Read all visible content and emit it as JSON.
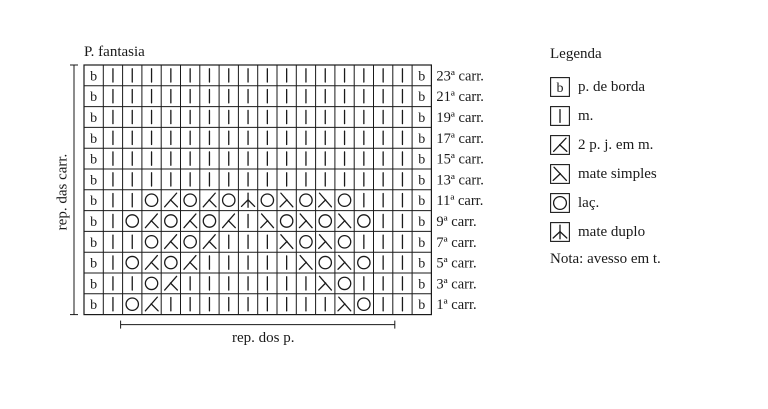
{
  "chart_data": {
    "type": "knitting-chart",
    "title": "P. fantasia",
    "y_label": "rep. das carr.",
    "x_label": "rep. dos p.",
    "rows": [
      {
        "label": "23ª carr.",
        "stitches": [
          "b",
          "m",
          "m",
          "m",
          "m",
          "m",
          "m",
          "m",
          "m",
          "m",
          "m",
          "m",
          "m",
          "m",
          "m",
          "m",
          "m",
          "b"
        ]
      },
      {
        "label": "21ª carr.",
        "stitches": [
          "b",
          "m",
          "m",
          "m",
          "m",
          "m",
          "m",
          "m",
          "m",
          "m",
          "m",
          "m",
          "m",
          "m",
          "m",
          "m",
          "m",
          "b"
        ]
      },
      {
        "label": "19ª carr.",
        "stitches": [
          "b",
          "m",
          "m",
          "m",
          "m",
          "m",
          "m",
          "m",
          "m",
          "m",
          "m",
          "m",
          "m",
          "m",
          "m",
          "m",
          "m",
          "b"
        ]
      },
      {
        "label": "17ª carr.",
        "stitches": [
          "b",
          "m",
          "m",
          "m",
          "m",
          "m",
          "m",
          "m",
          "m",
          "m",
          "m",
          "m",
          "m",
          "m",
          "m",
          "m",
          "m",
          "b"
        ]
      },
      {
        "label": "15ª carr.",
        "stitches": [
          "b",
          "m",
          "m",
          "m",
          "m",
          "m",
          "m",
          "m",
          "m",
          "m",
          "m",
          "m",
          "m",
          "m",
          "m",
          "m",
          "m",
          "b"
        ]
      },
      {
        "label": "13ª carr.",
        "stitches": [
          "b",
          "m",
          "m",
          "m",
          "m",
          "m",
          "m",
          "m",
          "m",
          "m",
          "m",
          "m",
          "m",
          "m",
          "m",
          "m",
          "m",
          "b"
        ]
      },
      {
        "label": "11ª carr.",
        "stitches": [
          "b",
          "m",
          "m",
          "o",
          "k2",
          "o",
          "k2",
          "o",
          "dd",
          "o",
          "ssk",
          "o",
          "ssk",
          "o",
          "m",
          "m",
          "m",
          "b"
        ]
      },
      {
        "label": "9ª carr.",
        "stitches": [
          "b",
          "m",
          "o",
          "k2",
          "o",
          "k2",
          "o",
          "k2",
          "m",
          "ssk",
          "o",
          "ssk",
          "o",
          "ssk",
          "o",
          "m",
          "m",
          "b"
        ]
      },
      {
        "label": "7ª carr.",
        "stitches": [
          "b",
          "m",
          "m",
          "o",
          "k2",
          "o",
          "k2",
          "m",
          "m",
          "m",
          "ssk",
          "o",
          "ssk",
          "o",
          "m",
          "m",
          "m",
          "b"
        ]
      },
      {
        "label": "5ª carr.",
        "stitches": [
          "b",
          "m",
          "o",
          "k2",
          "o",
          "k2",
          "m",
          "m",
          "m",
          "m",
          "m",
          "ssk",
          "o",
          "ssk",
          "o",
          "m",
          "m",
          "b"
        ]
      },
      {
        "label": "3ª carr.",
        "stitches": [
          "b",
          "m",
          "m",
          "o",
          "k2",
          "m",
          "m",
          "m",
          "m",
          "m",
          "m",
          "m",
          "ssk",
          "o",
          "m",
          "m",
          "m",
          "b"
        ]
      },
      {
        "label": "1ª carr.",
        "stitches": [
          "b",
          "m",
          "o",
          "k2",
          "m",
          "m",
          "m",
          "m",
          "m",
          "m",
          "m",
          "m",
          "m",
          "ssk",
          "o",
          "m",
          "m",
          "b"
        ]
      }
    ]
  },
  "legend": {
    "title": "Legenda",
    "items": [
      {
        "symbol": "b",
        "label": "p. de borda"
      },
      {
        "symbol": "m",
        "label": "m."
      },
      {
        "symbol": "k2",
        "label": "2 p. j. em m."
      },
      {
        "symbol": "ssk",
        "label": "mate simples"
      },
      {
        "symbol": "o",
        "label": "laç."
      },
      {
        "symbol": "dd",
        "label": "mate duplo"
      }
    ],
    "note": "Nota: avesso em t."
  },
  "colors": {
    "ink": "#1a1a1a",
    "background": "#ffffff"
  }
}
